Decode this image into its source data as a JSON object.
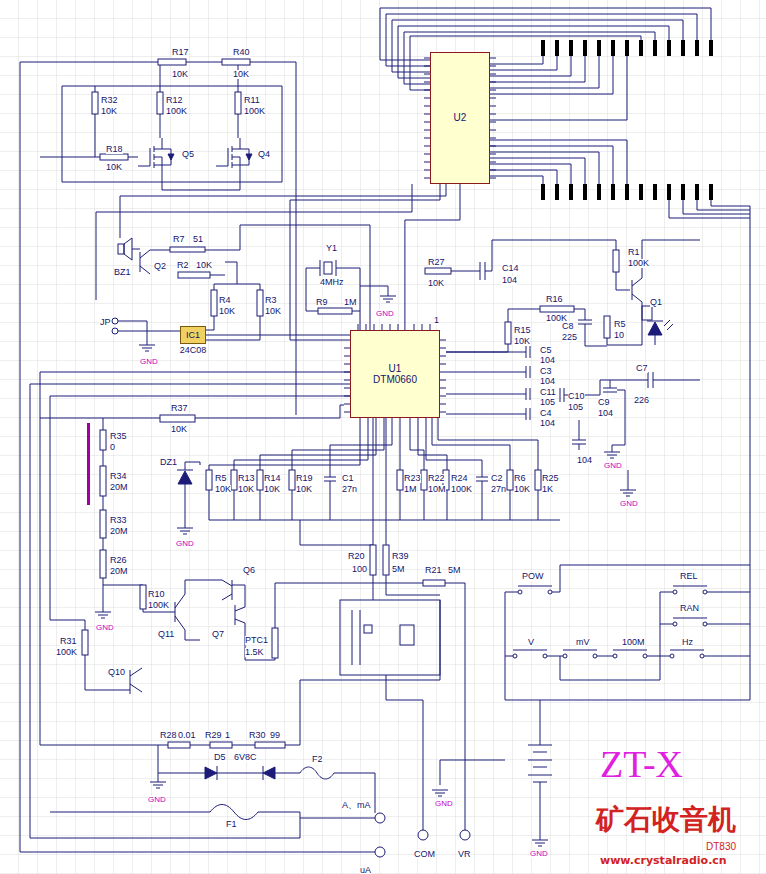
{
  "diagram": {
    "nodes": [
      {
        "text": [
          "U2"
        ]
      },
      {
        "text": [
          "IC1",
          "24C08"
        ]
      },
      {
        "text": [
          "U1",
          "DTM0660"
        ]
      }
    ],
    "edges": [
      {
        "from": 2,
        "to": 0,
        "arrow": "none"
      },
      {
        "from": 1,
        "to": 2,
        "arrow": "none"
      }
    ],
    "labels": [
      "R17",
      "10K",
      "R40",
      "10K",
      "R32",
      "10K",
      "R12",
      "100K",
      "R11",
      "100K",
      "R18",
      "10K",
      "Q5",
      "Q4",
      "R7",
      "51",
      "BZ1",
      "Q2",
      "R2",
      "10K",
      "Y1",
      "4MHz",
      "R9",
      "1M",
      "R27",
      "10K",
      "C14",
      "104",
      "R1",
      "100K",
      "Q1",
      "R4",
      "10K",
      "R3",
      "10K",
      "JP",
      "GND",
      "GND",
      "R16",
      "100K",
      "C8",
      "225",
      "R15",
      "10K",
      "R5",
      "10",
      "1",
      "C5",
      "104",
      "C3",
      "104",
      "C11",
      "105",
      "C10",
      "105",
      "C4",
      "104",
      "C7",
      "226",
      "C9",
      "104",
      "104",
      "GND",
      "GND",
      "R37",
      "10K",
      "R35",
      "0",
      "R34",
      "20M",
      "R33",
      "20M",
      "R26",
      "20M",
      "DZ1",
      "GND",
      "R5",
      "10K",
      "R13",
      "10K",
      "R14",
      "10K",
      "R19",
      "10K",
      "C1",
      "27n",
      "R23",
      "1M",
      "R22",
      "10M",
      "R24",
      "100K",
      "C2",
      "27n",
      "R6",
      "10K",
      "R25",
      "1K",
      "R20",
      "100",
      "R39",
      "5M",
      "R21",
      "5M",
      "R10",
      "100K",
      "Q6",
      "Q11",
      "Q7",
      "PTC1",
      "1.5K",
      "R31",
      "100K",
      "Q10",
      "POW",
      "REL",
      "RAN",
      "V",
      "mV",
      "100M",
      "Hz",
      "R28",
      "0.01",
      "R29",
      "1",
      "R30",
      "99",
      "D5",
      "6V8C",
      "F2",
      "F1",
      "A、mA",
      "COM",
      "VR",
      "uA",
      "GND",
      "GND",
      "GND",
      "ZT-X",
      "矿石收音机",
      "www.crystalradio.cn",
      "DT830",
      "GND"
    ]
  }
}
